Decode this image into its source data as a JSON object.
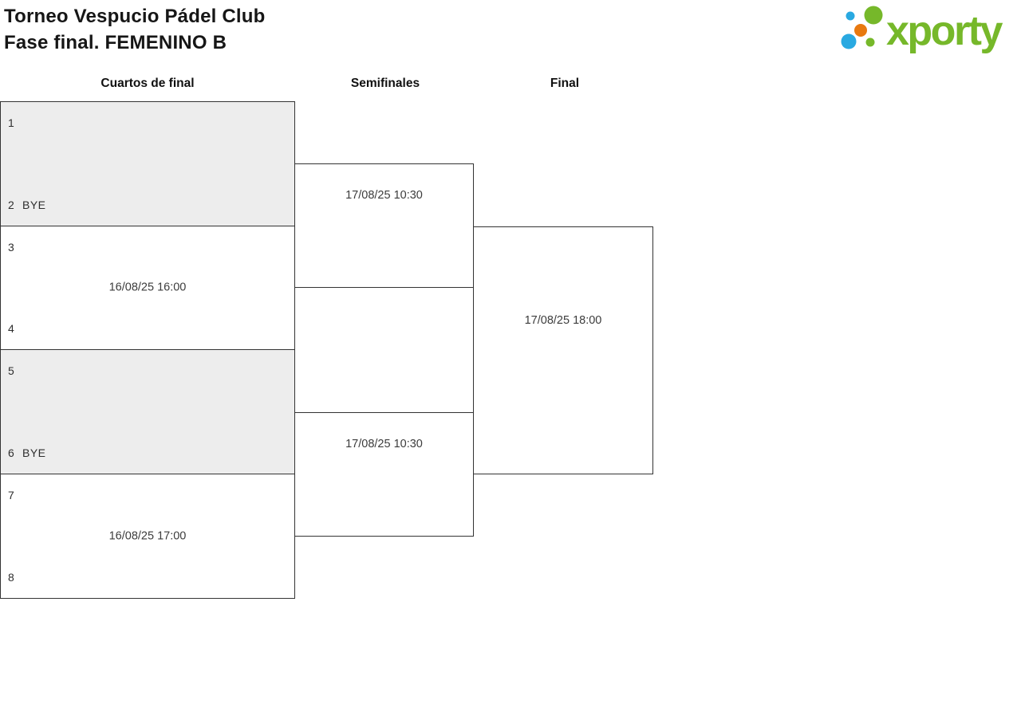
{
  "header": {
    "title_line1": "Torneo Vespucio Pádel Club",
    "title_line2": "Fase final. FEMENINO B",
    "logo_text": "xporty"
  },
  "rounds": [
    {
      "label": "Cuartos de final"
    },
    {
      "label": "Semifinales"
    },
    {
      "label": "Final"
    }
  ],
  "matches": {
    "qf": [
      {
        "top_seed": "1",
        "top_name": "",
        "bottom_seed": "2",
        "bottom_name": "BYE",
        "time": "",
        "bye": true
      },
      {
        "top_seed": "3",
        "top_name": "",
        "bottom_seed": "4",
        "bottom_name": "",
        "time": "16/08/25 16:00",
        "bye": false
      },
      {
        "top_seed": "5",
        "top_name": "",
        "bottom_seed": "6",
        "bottom_name": "BYE",
        "time": "",
        "bye": true
      },
      {
        "top_seed": "7",
        "top_name": "",
        "bottom_seed": "8",
        "bottom_name": "",
        "time": "16/08/25 17:00",
        "bye": false
      }
    ],
    "sf": [
      {
        "time": "17/08/25 10:30"
      },
      {
        "time": "17/08/25 10:30"
      }
    ],
    "final": {
      "time": "17/08/25 18:00"
    }
  },
  "colors": {
    "brand_green": "#76b82a",
    "brand_blue": "#29a9e1",
    "brand_orange": "#e8790f",
    "box_border": "#333333",
    "bye_box_fill": "#ededed",
    "background": "#ffffff"
  }
}
